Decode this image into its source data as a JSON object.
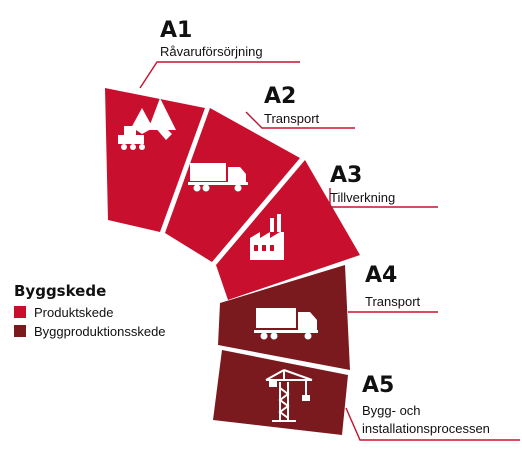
{
  "stages": [
    {
      "code": "A1",
      "label": "Råvaruförsörjning",
      "icon": "mining-icon",
      "phase": "product"
    },
    {
      "code": "A2",
      "label": "Transport",
      "icon": "truck-icon",
      "phase": "product"
    },
    {
      "code": "A3",
      "label": "Tillverkning",
      "icon": "factory-icon",
      "phase": "product"
    },
    {
      "code": "A4",
      "label": "Transport",
      "icon": "truck-icon",
      "phase": "construction"
    },
    {
      "code": "A5",
      "label_lines": [
        "Bygg- och",
        "installationsprocessen"
      ],
      "icon": "crane-icon",
      "phase": "construction"
    }
  ],
  "legend": {
    "title": "Byggskede",
    "items": [
      {
        "label": "Produktskede",
        "color": "#c8102e"
      },
      {
        "label": "Byggproduktionsskede",
        "color": "#7a1a1f"
      }
    ]
  },
  "colors": {
    "product": "#c8102e",
    "construction": "#7a1a1f",
    "leader": "#c8102e"
  }
}
